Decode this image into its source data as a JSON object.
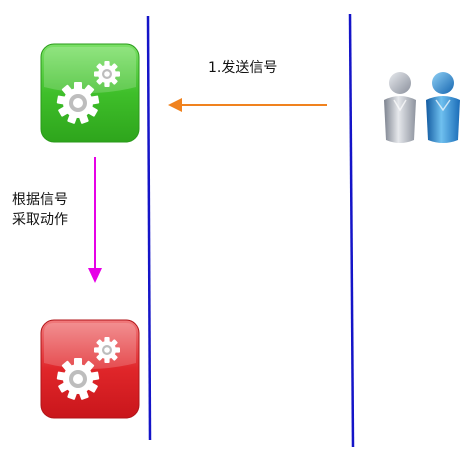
{
  "diagram": {
    "signal_label": "1.发送信号",
    "action_label_line1": "根据信号",
    "action_label_line2": "采取动作"
  },
  "icons": {
    "process_running": "gears-icon",
    "process_acting": "gears-icon",
    "users": "users-icon"
  },
  "colors": {
    "lifeline": "#1414c8",
    "signal_arrow": "#f0821e",
    "action_arrow": "#e600e6",
    "green_tile": "#3fbf2a",
    "red_tile": "#e0262a",
    "user_grey": "#a8adb8",
    "user_blue": "#1e7cc8"
  }
}
